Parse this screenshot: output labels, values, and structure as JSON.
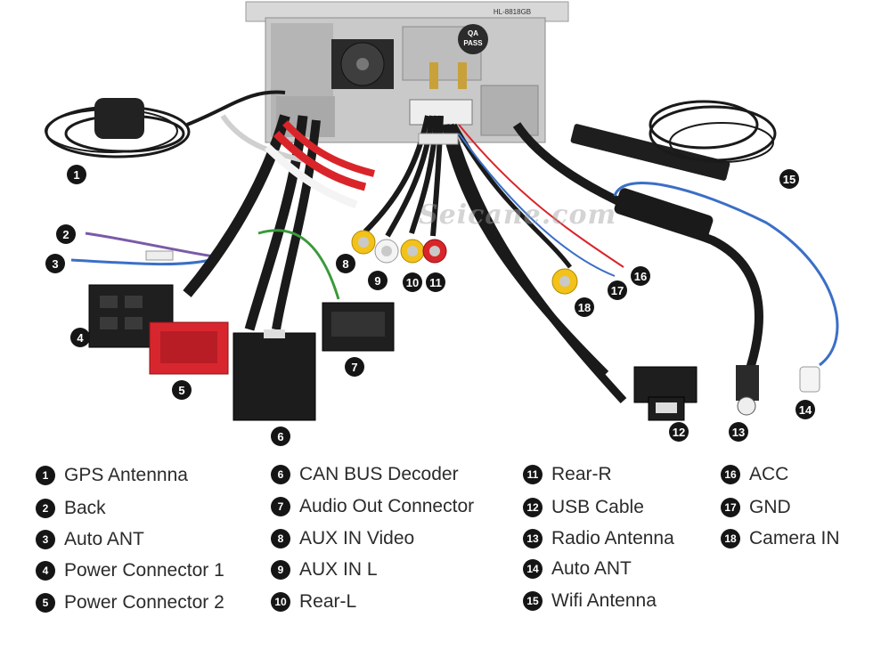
{
  "watermark": "Seicane.com",
  "unit_labels": {
    "qa": "QA",
    "pass": "PASS",
    "model": "HL-8818GB"
  },
  "markers": [
    "1",
    "2",
    "3",
    "4",
    "5",
    "6",
    "7",
    "8",
    "9",
    "10",
    "11",
    "12",
    "13",
    "14",
    "15",
    "16",
    "17",
    "18"
  ],
  "legend": [
    {
      "num": "1",
      "label": "GPS Antennna"
    },
    {
      "num": "2",
      "label": "Back"
    },
    {
      "num": "3",
      "label": "Auto ANT"
    },
    {
      "num": "4",
      "label": "Power Connector 1"
    },
    {
      "num": "5",
      "label": "Power Connector 2"
    },
    {
      "num": "6",
      "label": "CAN BUS Decoder"
    },
    {
      "num": "7",
      "label": "Audio Out Connector"
    },
    {
      "num": "8",
      "label": "AUX IN Video"
    },
    {
      "num": "9",
      "label": "AUX IN L"
    },
    {
      "num": "10",
      "label": "Rear-L"
    },
    {
      "num": "11",
      "label": "Rear-R"
    },
    {
      "num": "12",
      "label": "USB Cable"
    },
    {
      "num": "13",
      "label": "Radio Antenna"
    },
    {
      "num": "14",
      "label": "Auto ANT"
    },
    {
      "num": "15",
      "label": "Wifi Antenna"
    },
    {
      "num": "16",
      "label": "ACC"
    },
    {
      "num": "17",
      "label": "GND"
    },
    {
      "num": "18",
      "label": "Camera IN"
    }
  ],
  "colors": {
    "marker_bg": "#151515",
    "red_rca": "#d9252a",
    "yellow_rca": "#f2c21b",
    "white_rca": "#f4f4f4",
    "iso_red": "#d8262f",
    "cable_black": "#1a1a1a",
    "blue_wire": "#3b6fc7",
    "green_wire": "#3a9a3a"
  }
}
